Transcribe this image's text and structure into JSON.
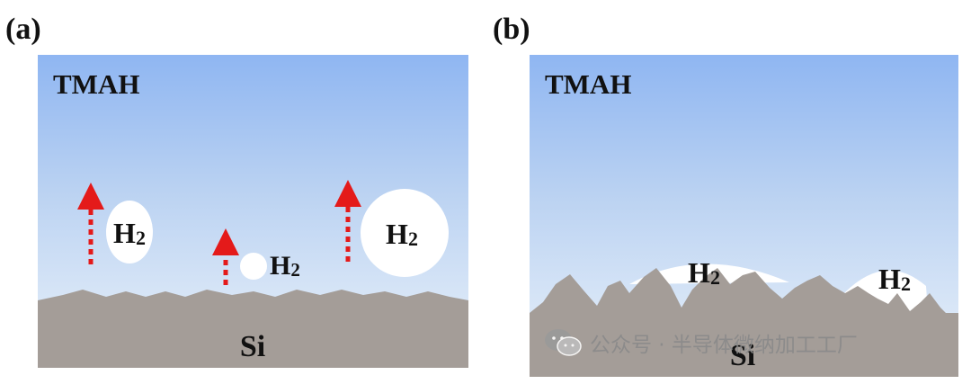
{
  "panel_a": {
    "label": "(a)",
    "solution": "TMAH",
    "substrate": "Si",
    "bubbles": [
      "H2",
      "H2",
      "H2"
    ]
  },
  "panel_b": {
    "label": "(b)",
    "solution": "TMAH",
    "substrate": "Si",
    "bubbles": [
      "H2",
      "H2"
    ]
  },
  "h2": {
    "main": "H",
    "sub": "2"
  },
  "watermark": {
    "text": "公众号 · 半导体微纳加工工厂",
    "icon": "wechat-icon"
  },
  "colors": {
    "solution_top": "#8fb6f2",
    "solution_bottom": "#e6eff8",
    "silicon": "#a49d98",
    "bubble": "#ffffff",
    "arrow": "#e41a1a"
  }
}
